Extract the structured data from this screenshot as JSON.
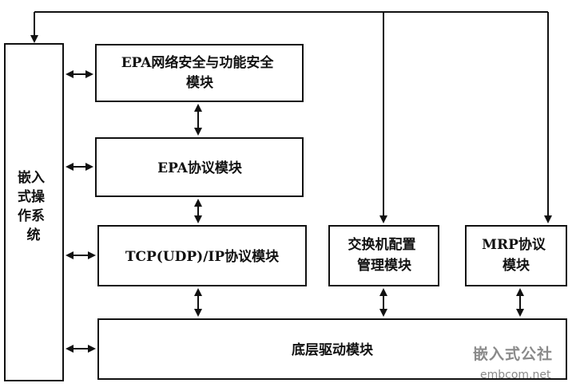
{
  "boxes": {
    "os": {
      "label_lines": [
        "嵌入",
        "式操",
        "作系",
        "统"
      ]
    },
    "epa_security": {
      "label_lines": [
        "EPA网络安全与功能安全",
        "模块"
      ]
    },
    "epa_protocol": {
      "label_lines": [
        "EPA协议模块"
      ]
    },
    "tcp_ip": {
      "label_lines": [
        "TCP(UDP)/IP协议模块"
      ]
    },
    "switch_config": {
      "label_lines": [
        "交换机配置",
        "管理模块"
      ]
    },
    "mrp": {
      "label_lines": [
        "MRP协议",
        "模块"
      ]
    },
    "driver": {
      "label_lines": [
        "底层驱动模块"
      ]
    }
  },
  "watermark": {
    "brand": "嵌入式公社",
    "domain": "embcom.net"
  }
}
